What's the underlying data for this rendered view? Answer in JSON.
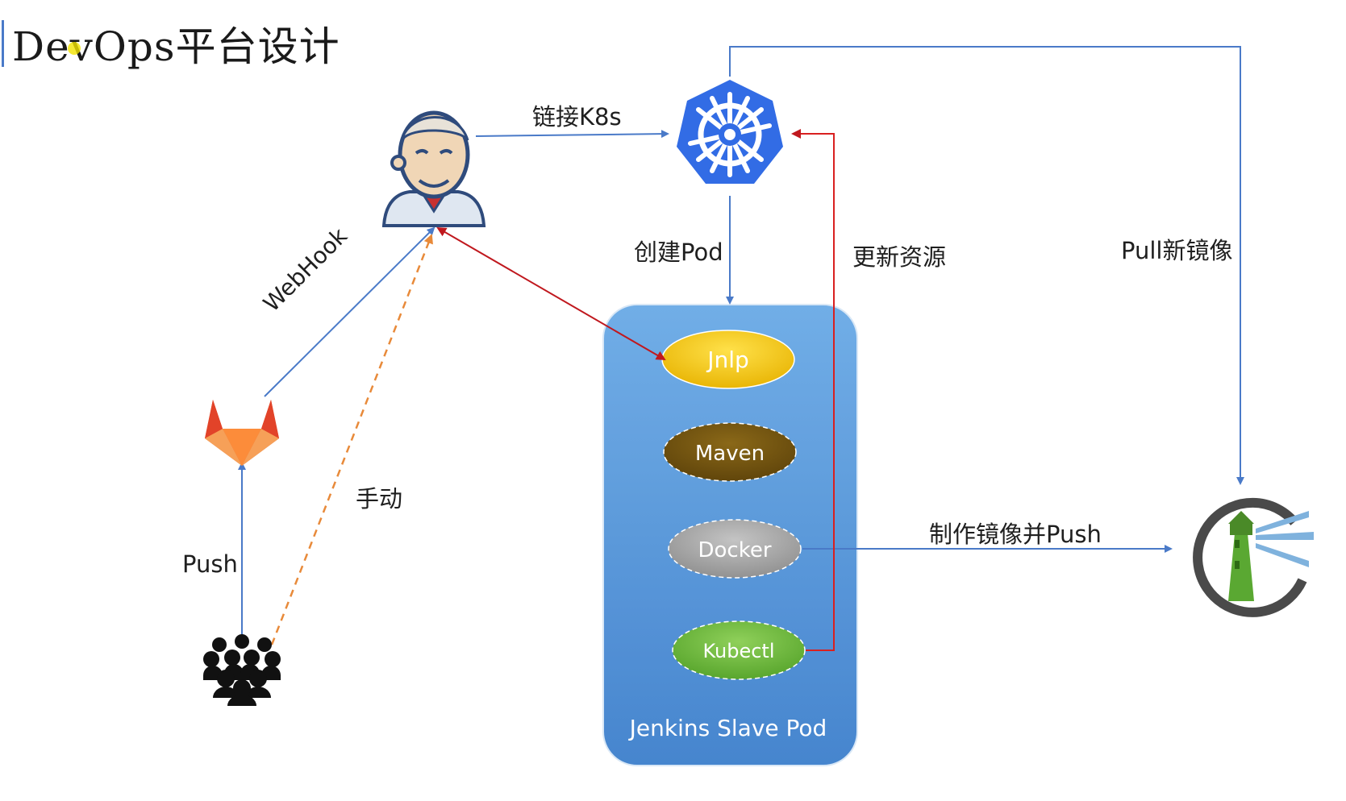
{
  "title": "DevOps平台设计",
  "edges": {
    "link_k8s": "链接K8s",
    "create_pod": "创建Pod",
    "update_resource": "更新资源",
    "pull_image": "Pull新镜像",
    "webhook": "WebHook",
    "manual": "手动",
    "push": "Push",
    "build_push": "制作镜像并Push"
  },
  "pod": {
    "title": "Jenkins Slave Pod",
    "containers": [
      "Jnlp",
      "Maven",
      "Docker",
      "Kubectl"
    ]
  },
  "nodes": {
    "jenkins": "jenkins-icon",
    "kubernetes": "kubernetes-icon",
    "gitlab": "gitlab-icon",
    "users": "users-icon",
    "harbor": "harbor-icon"
  },
  "colors": {
    "blue_line": "#4a7ac8",
    "red_line": "#d92020",
    "orange_dashed": "#e88a3a",
    "pod_box": "#4a8fd8",
    "jnlp": "#f2c200",
    "maven": "#7a5a10",
    "docker": "#a8a8a8",
    "kubectl": "#6cb83c",
    "k8s": "#326ce5",
    "gitlab": "#e8692f",
    "harbor_green": "#5aa832"
  }
}
